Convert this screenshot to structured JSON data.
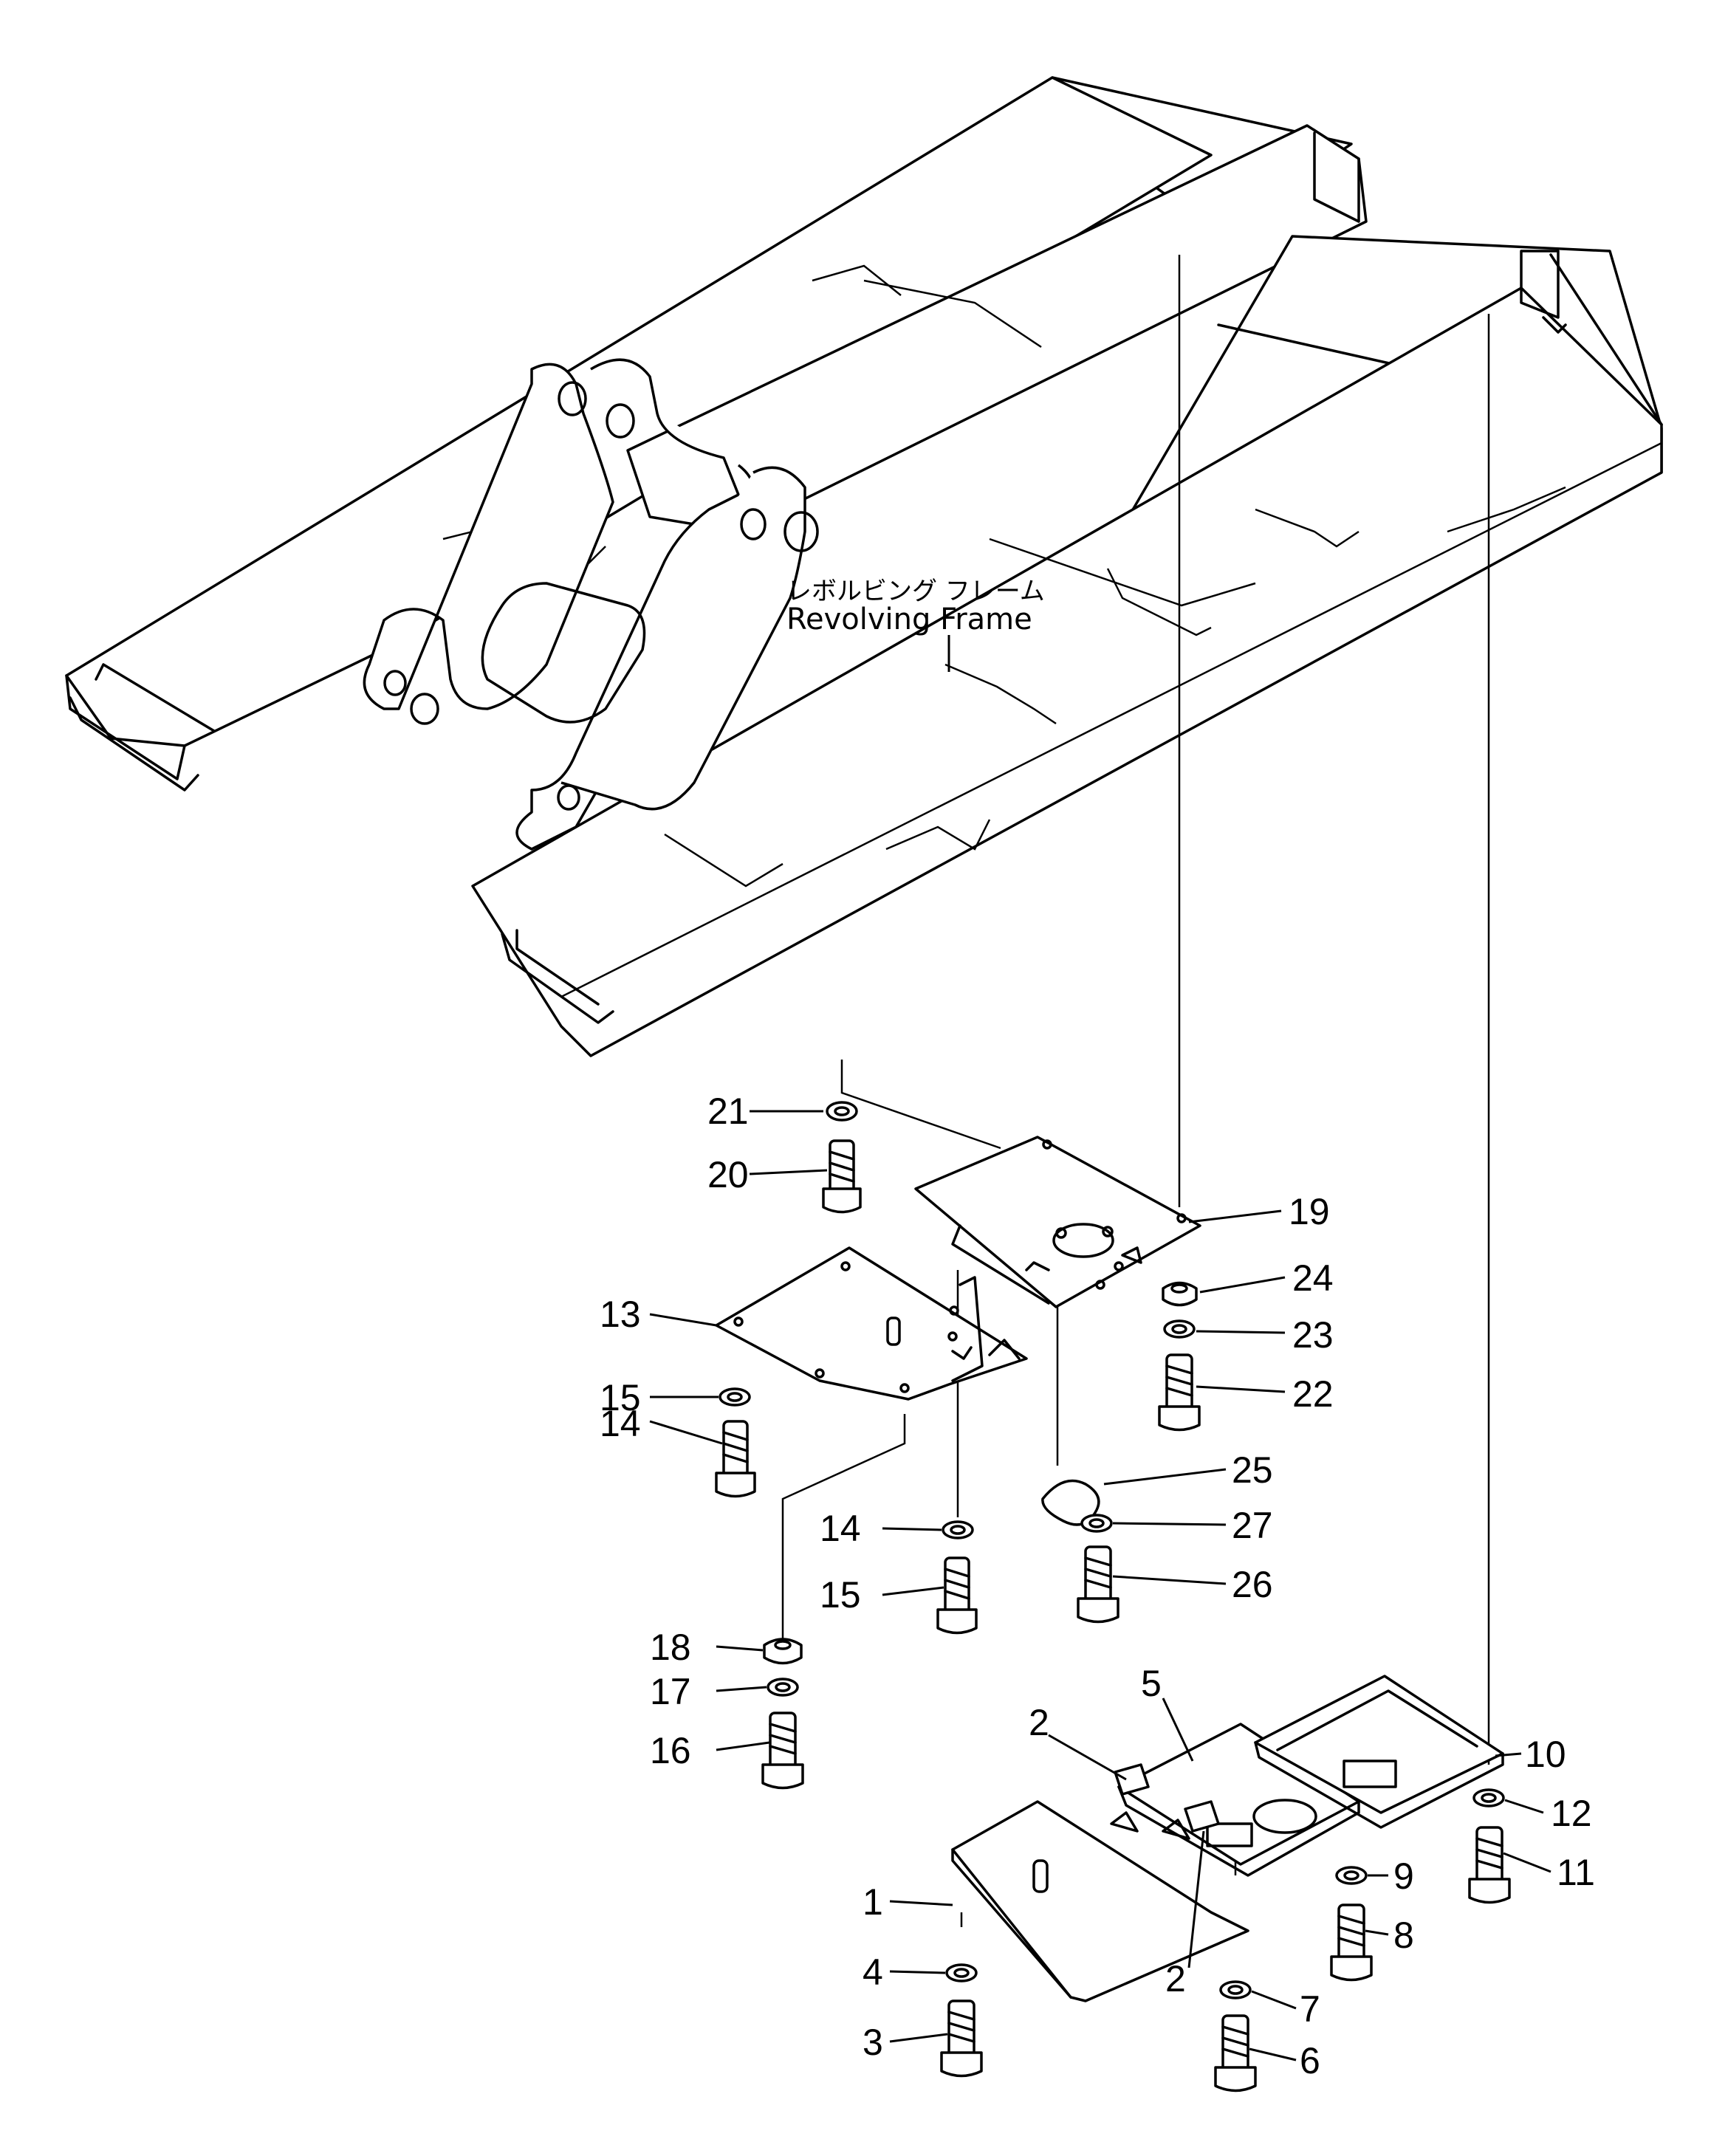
{
  "frame_label": {
    "japanese": "レボルビング フレーム",
    "english": "Revolving Frame"
  },
  "callouts": {
    "c1": "1",
    "c2a": "2",
    "c2b": "2",
    "c3": "3",
    "c4": "4",
    "c5": "5",
    "c6": "6",
    "c7": "7",
    "c8": "8",
    "c9": "9",
    "c10": "10",
    "c11": "11",
    "c12": "12",
    "c13": "13",
    "c14a": "14",
    "c14b": "14",
    "c15a": "15",
    "c15b": "15",
    "c16": "16",
    "c17": "17",
    "c18": "18",
    "c19": "19",
    "c20": "20",
    "c21": "21",
    "c22": "22",
    "c23": "23",
    "c24": "24",
    "c25": "25",
    "c26": "26",
    "c27": "27"
  }
}
